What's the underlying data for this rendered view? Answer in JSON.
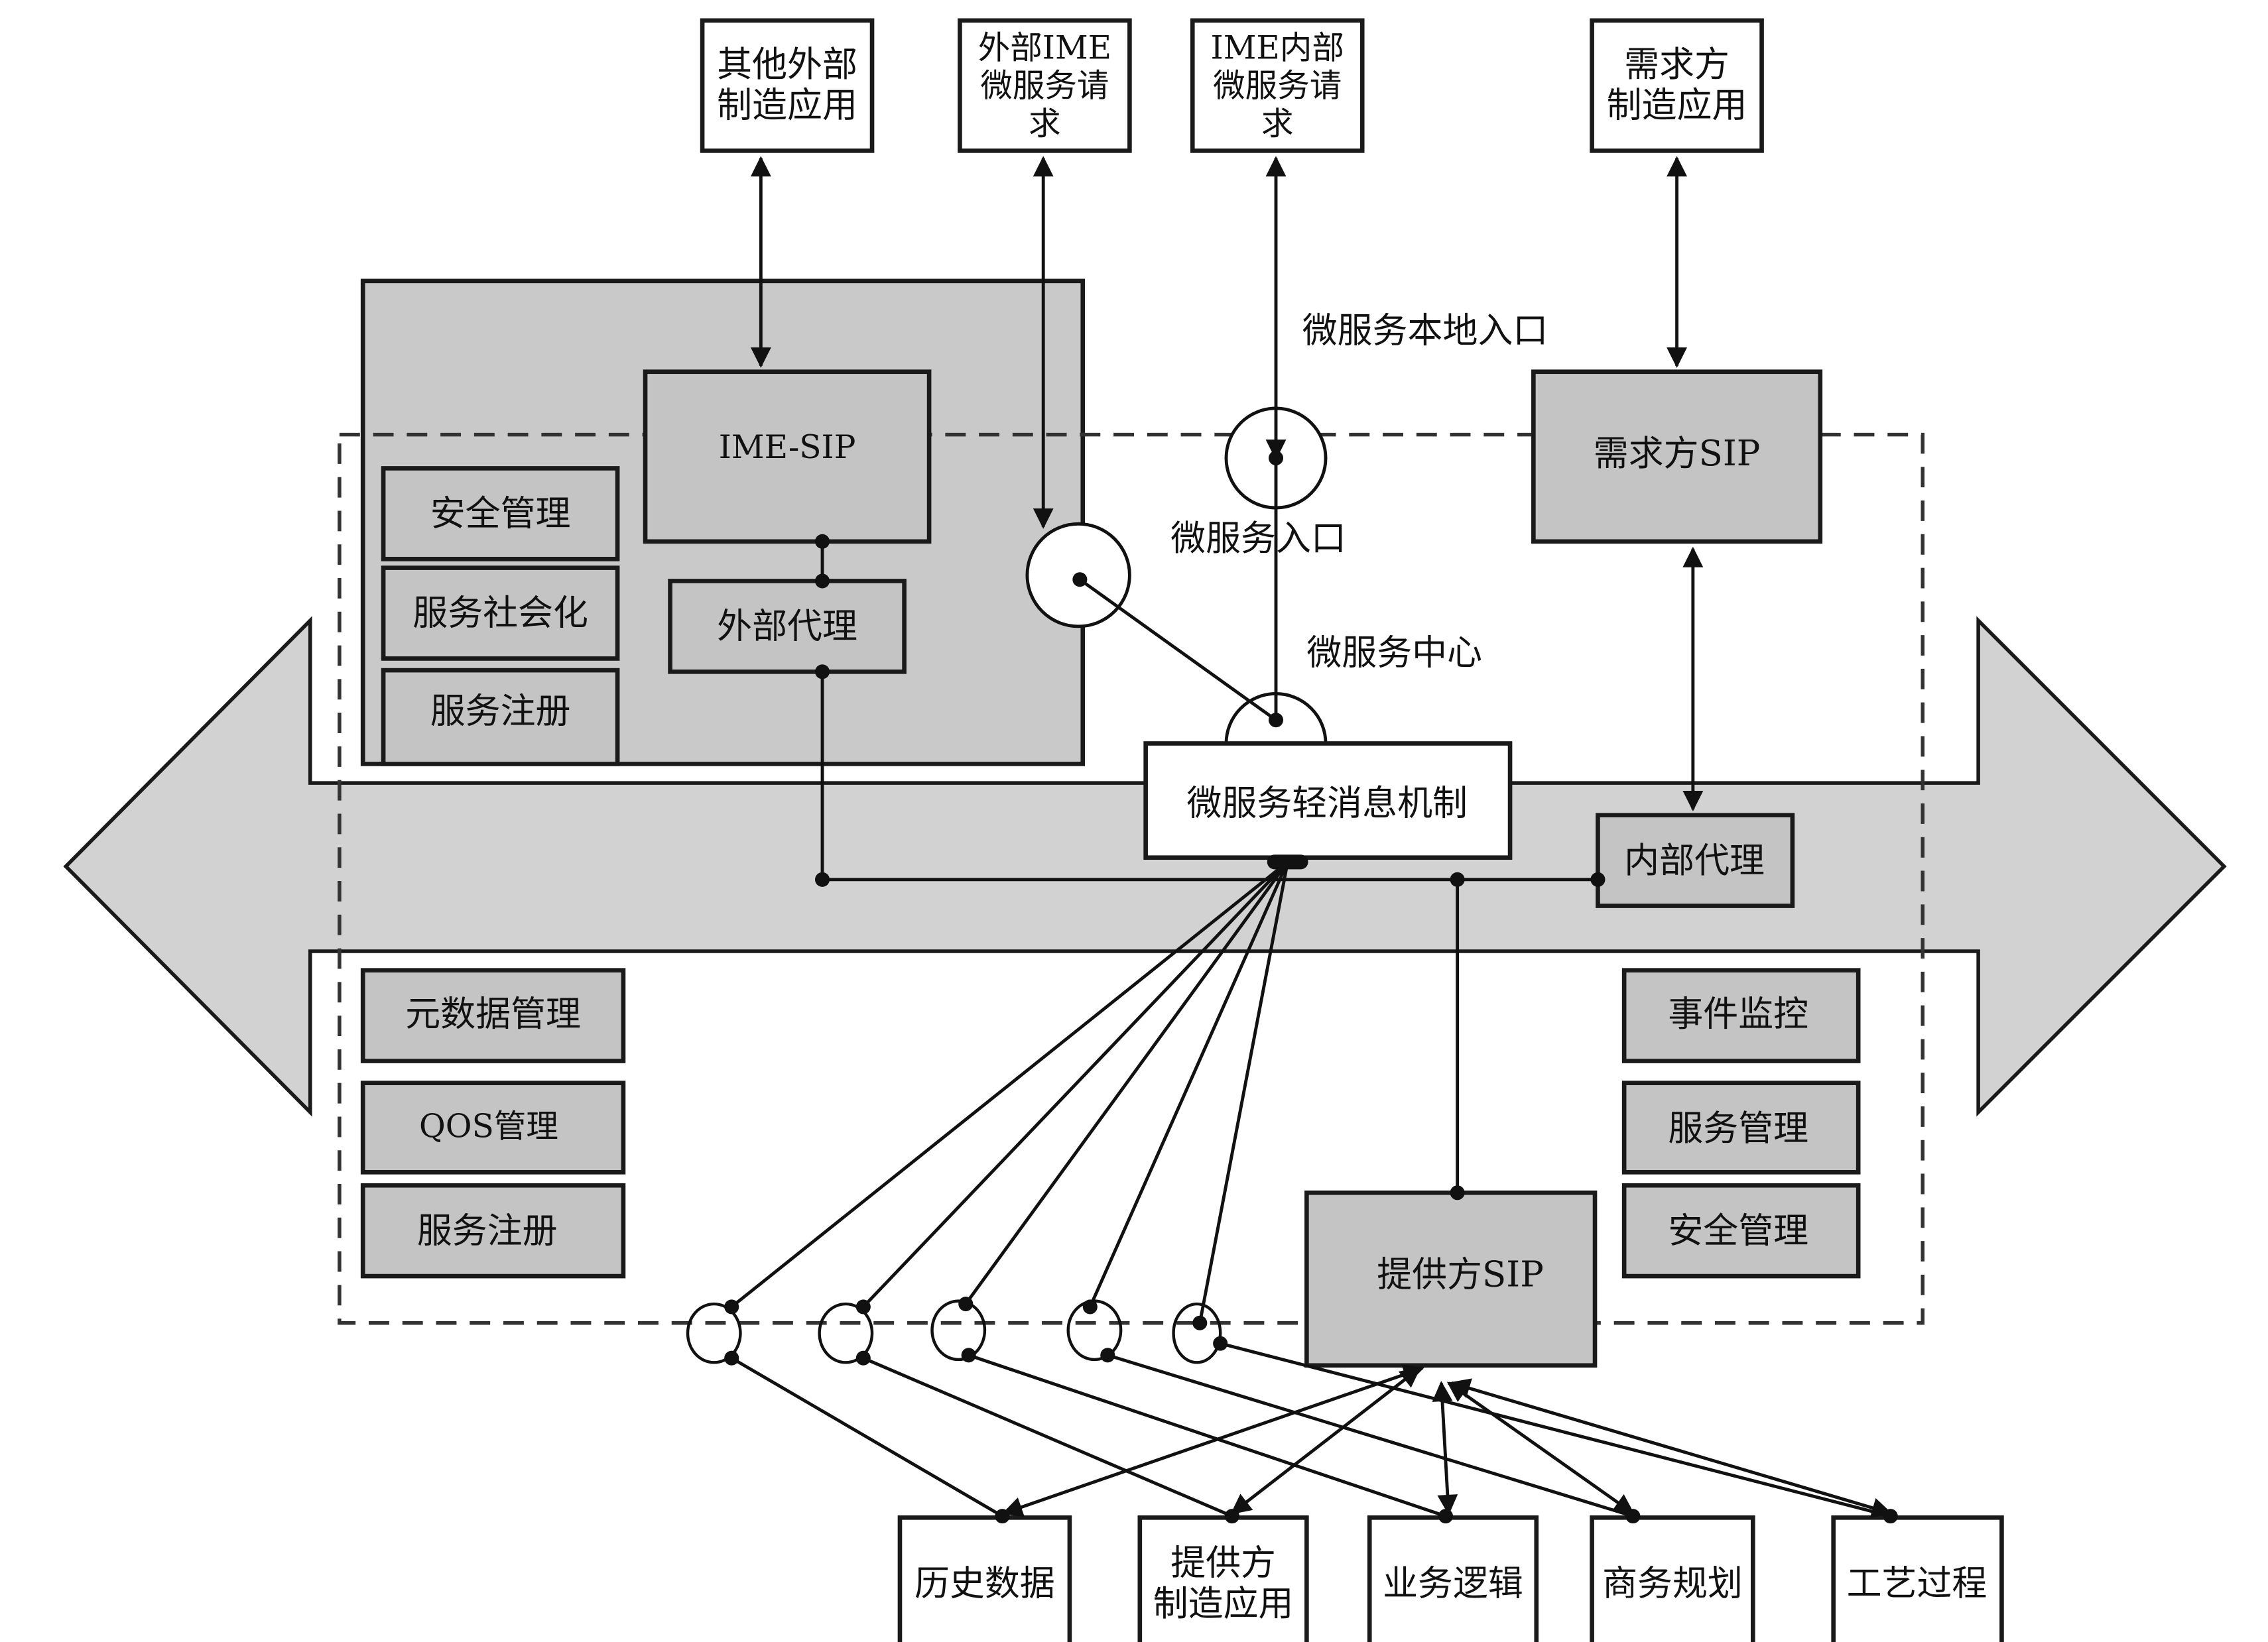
{
  "diagram": {
    "top_nodes": {
      "other_external_app": [
        "其他外部",
        "制造应用"
      ],
      "external_ime_request": [
        "外部IME",
        "微服务请",
        "求"
      ],
      "ime_internal_request": [
        "IME内部",
        "微服务请",
        "求"
      ],
      "demander_app": [
        "需求方",
        "制造应用"
      ]
    },
    "ime_platform": {
      "ime_sip": "IME-SIP",
      "external_proxy": "外部代理",
      "modules": [
        "安全管理",
        "服务社会化",
        "服务注册"
      ]
    },
    "labels": {
      "local_entry": "微服务本地入口",
      "entry": "微服务入口",
      "center": "微服务中心"
    },
    "bus": {
      "message_mechanism": "微服务轻消息机制",
      "internal_proxy": "内部代理"
    },
    "demander_sip": "需求方SIP",
    "provider_sip": "提供方SIP",
    "left_modules": [
      "元数据管理",
      "QOS管理",
      "服务注册"
    ],
    "right_modules": [
      "事件监控",
      "服务管理",
      "安全管理"
    ],
    "bottom_nodes": [
      [
        "历史数据"
      ],
      [
        "提供方",
        "制造应用"
      ],
      [
        "业务逻辑"
      ],
      [
        "商务规划"
      ],
      [
        "工艺过程"
      ]
    ],
    "colors": {
      "grey_fill": "#c9c9c9",
      "arrow_fill": "#d2d2d2",
      "stroke": "#1a1a1a"
    }
  }
}
